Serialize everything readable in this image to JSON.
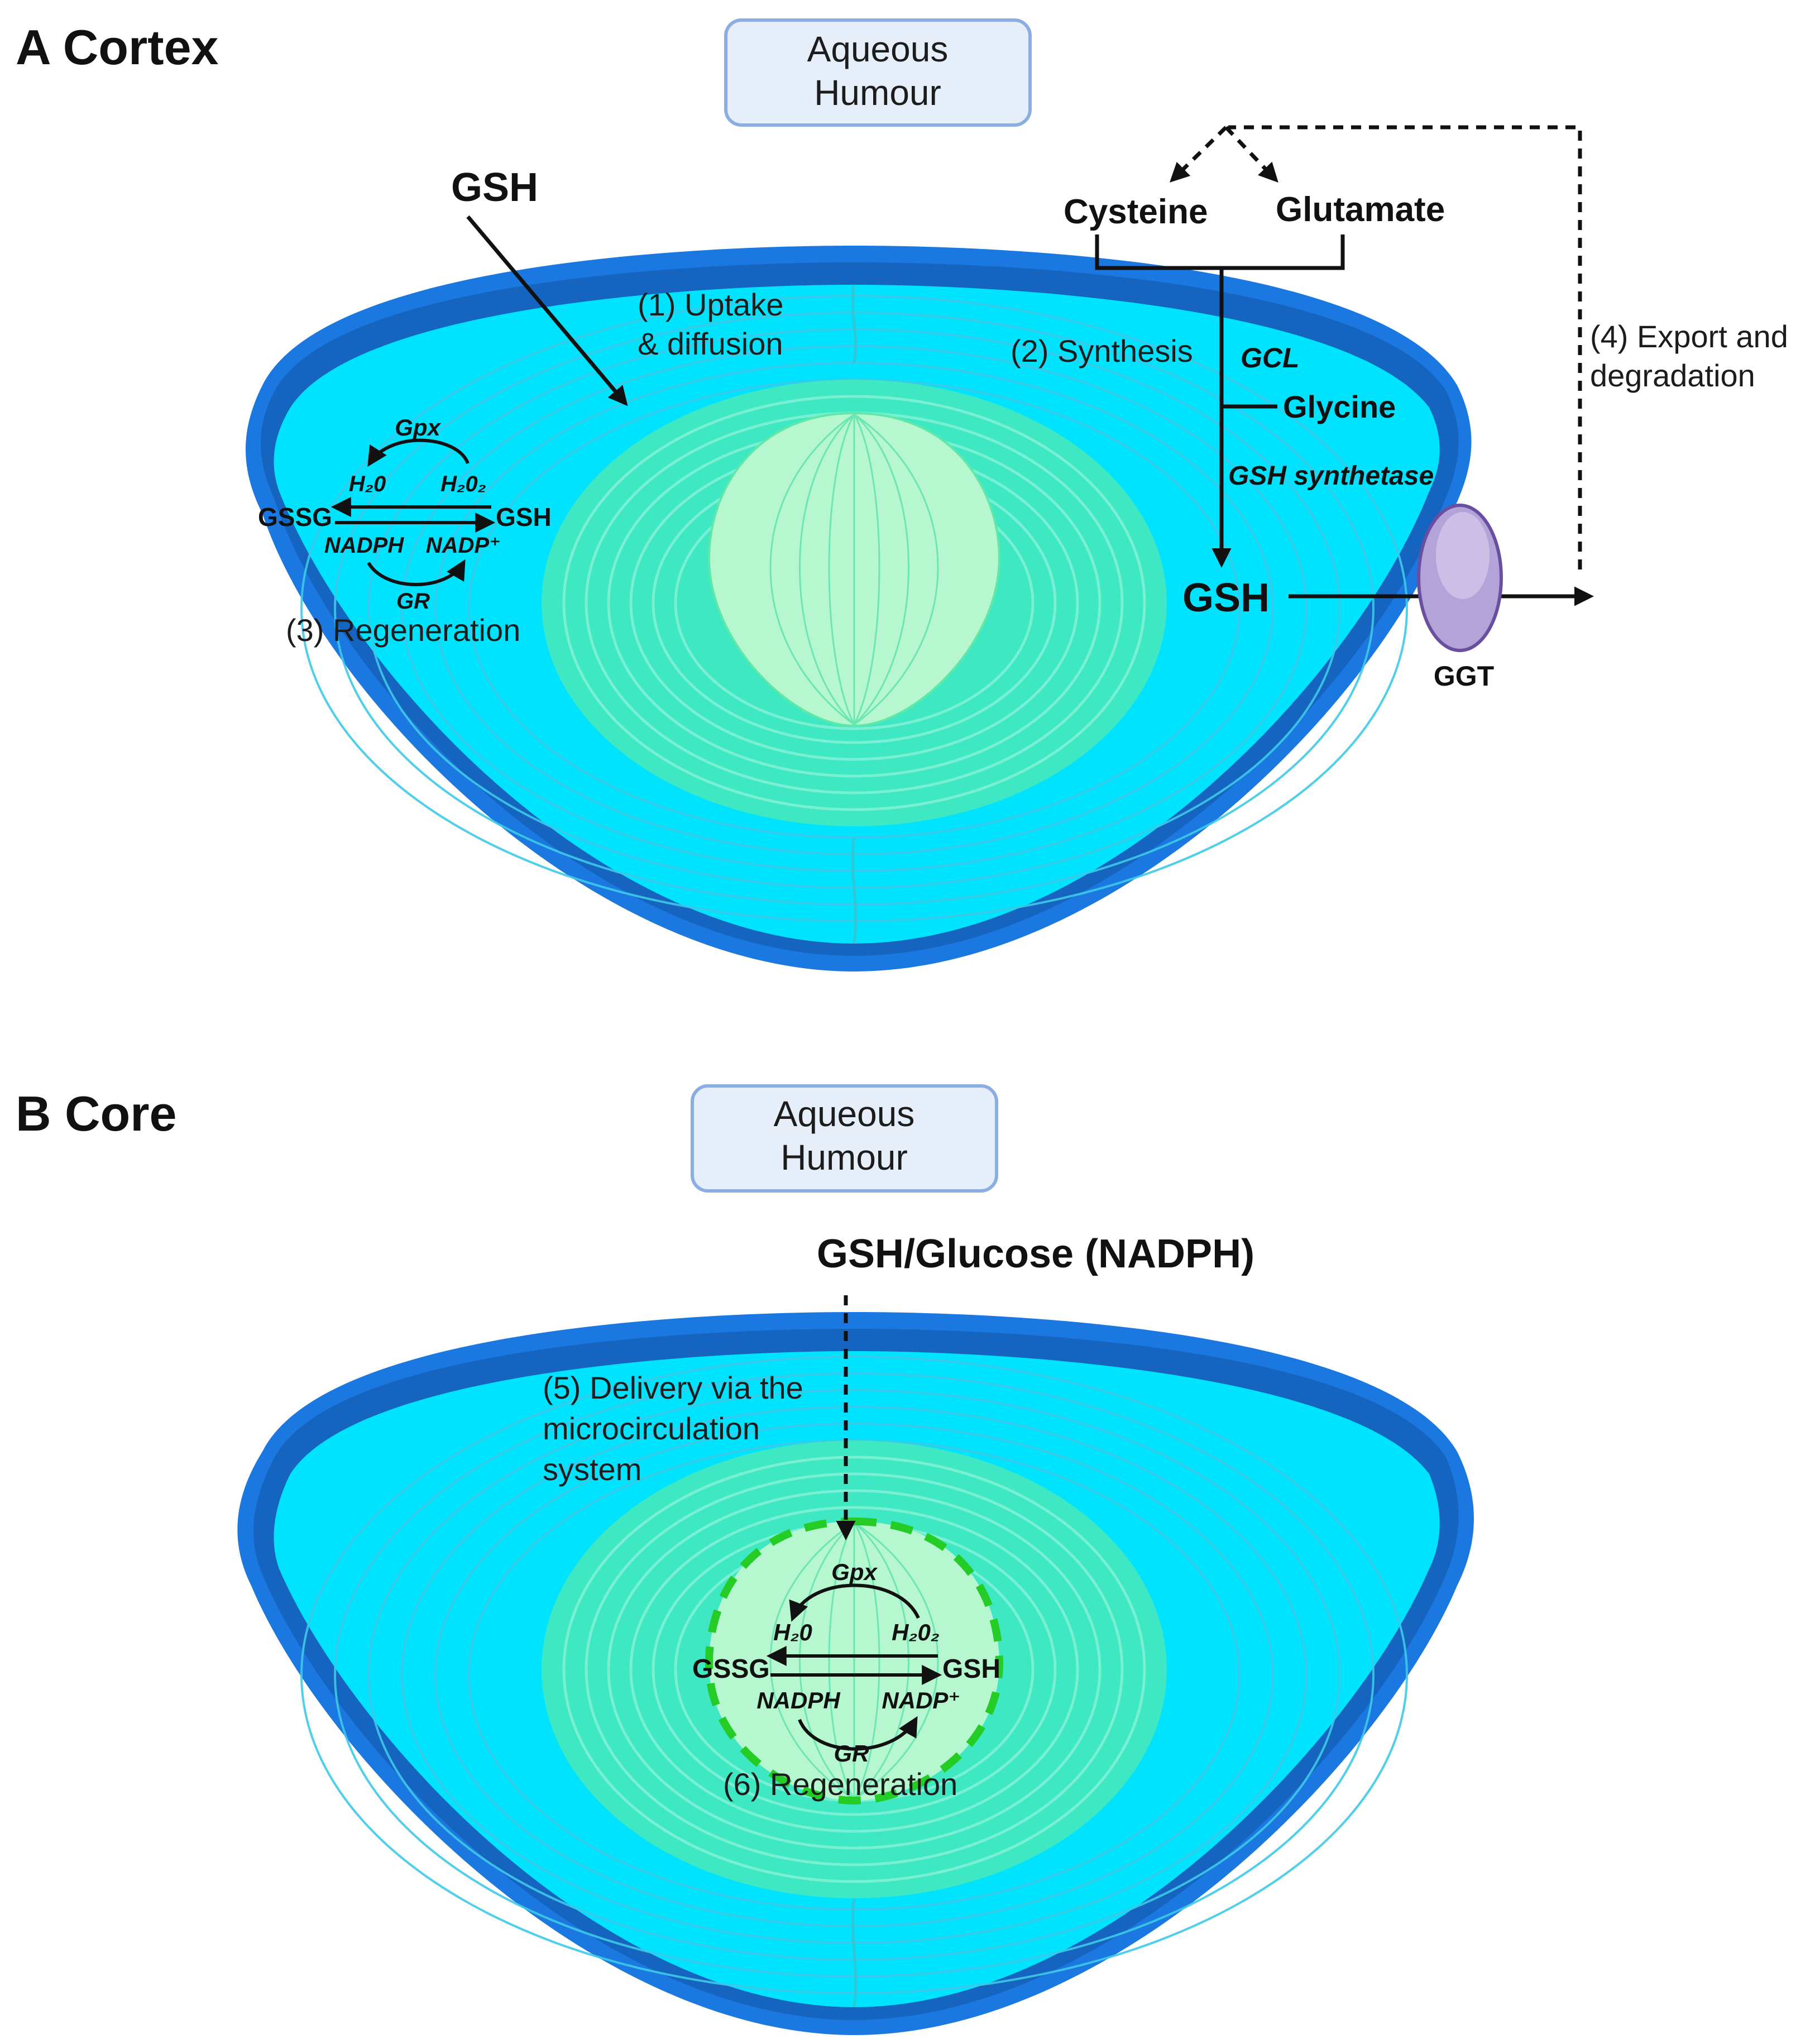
{
  "panel_a": {
    "title": "A Cortex",
    "aqueous_line1": "Aqueous",
    "aqueous_line2": "Humour",
    "gsh_in": "GSH",
    "step1_line1": "(1) Uptake",
    "step1_line2": "& diffusion",
    "step2": "(2) Synthesis",
    "cysteine": "Cysteine",
    "glutamate": "Glutamate",
    "gcl": "GCL",
    "glycine": "Glycine",
    "gsh_synthetase": "GSH synthetase",
    "gsh_product": "GSH",
    "ggt": "GGT",
    "step4_line1": "(4) Export and",
    "step4_line2": "degradation",
    "cycle": {
      "gpx": "Gpx",
      "h2o": "H₂0",
      "h2o2": "H₂0₂",
      "gssg": "GSSG",
      "gsh": "GSH",
      "nadph": "NADPH",
      "nadp": "NADP⁺",
      "gr": "GR"
    },
    "step3": "(3) Regeneration"
  },
  "panel_b": {
    "title": "B Core",
    "aqueous_line1": "Aqueous",
    "aqueous_line2": "Humour",
    "input": "GSH/Glucose (NADPH)",
    "step5_line1": "(5) Delivery via the",
    "step5_line2": "microcirculation",
    "step5_line3": "system",
    "cycle": {
      "gpx": "Gpx",
      "h2o": "H₂0",
      "h2o2": "H₂0₂",
      "gssg": "GSSG",
      "gsh": "GSH",
      "nadph": "NADPH",
      "nadp": "NADP⁺",
      "gr": "GR"
    },
    "step6": "(6) Regeneration"
  },
  "colors": {
    "capsule": "#1a78e0",
    "epithelium": "#1565c0",
    "cortex": "#00e3ff",
    "fiber_zone": "#3de8c2",
    "nucleus": "#b6f7d0",
    "humour_fill": "#e6eefa",
    "humour_stroke": "#8aaee0",
    "ggt_fill": "#b4a3d8",
    "dashed_ring": "#26cc26"
  }
}
